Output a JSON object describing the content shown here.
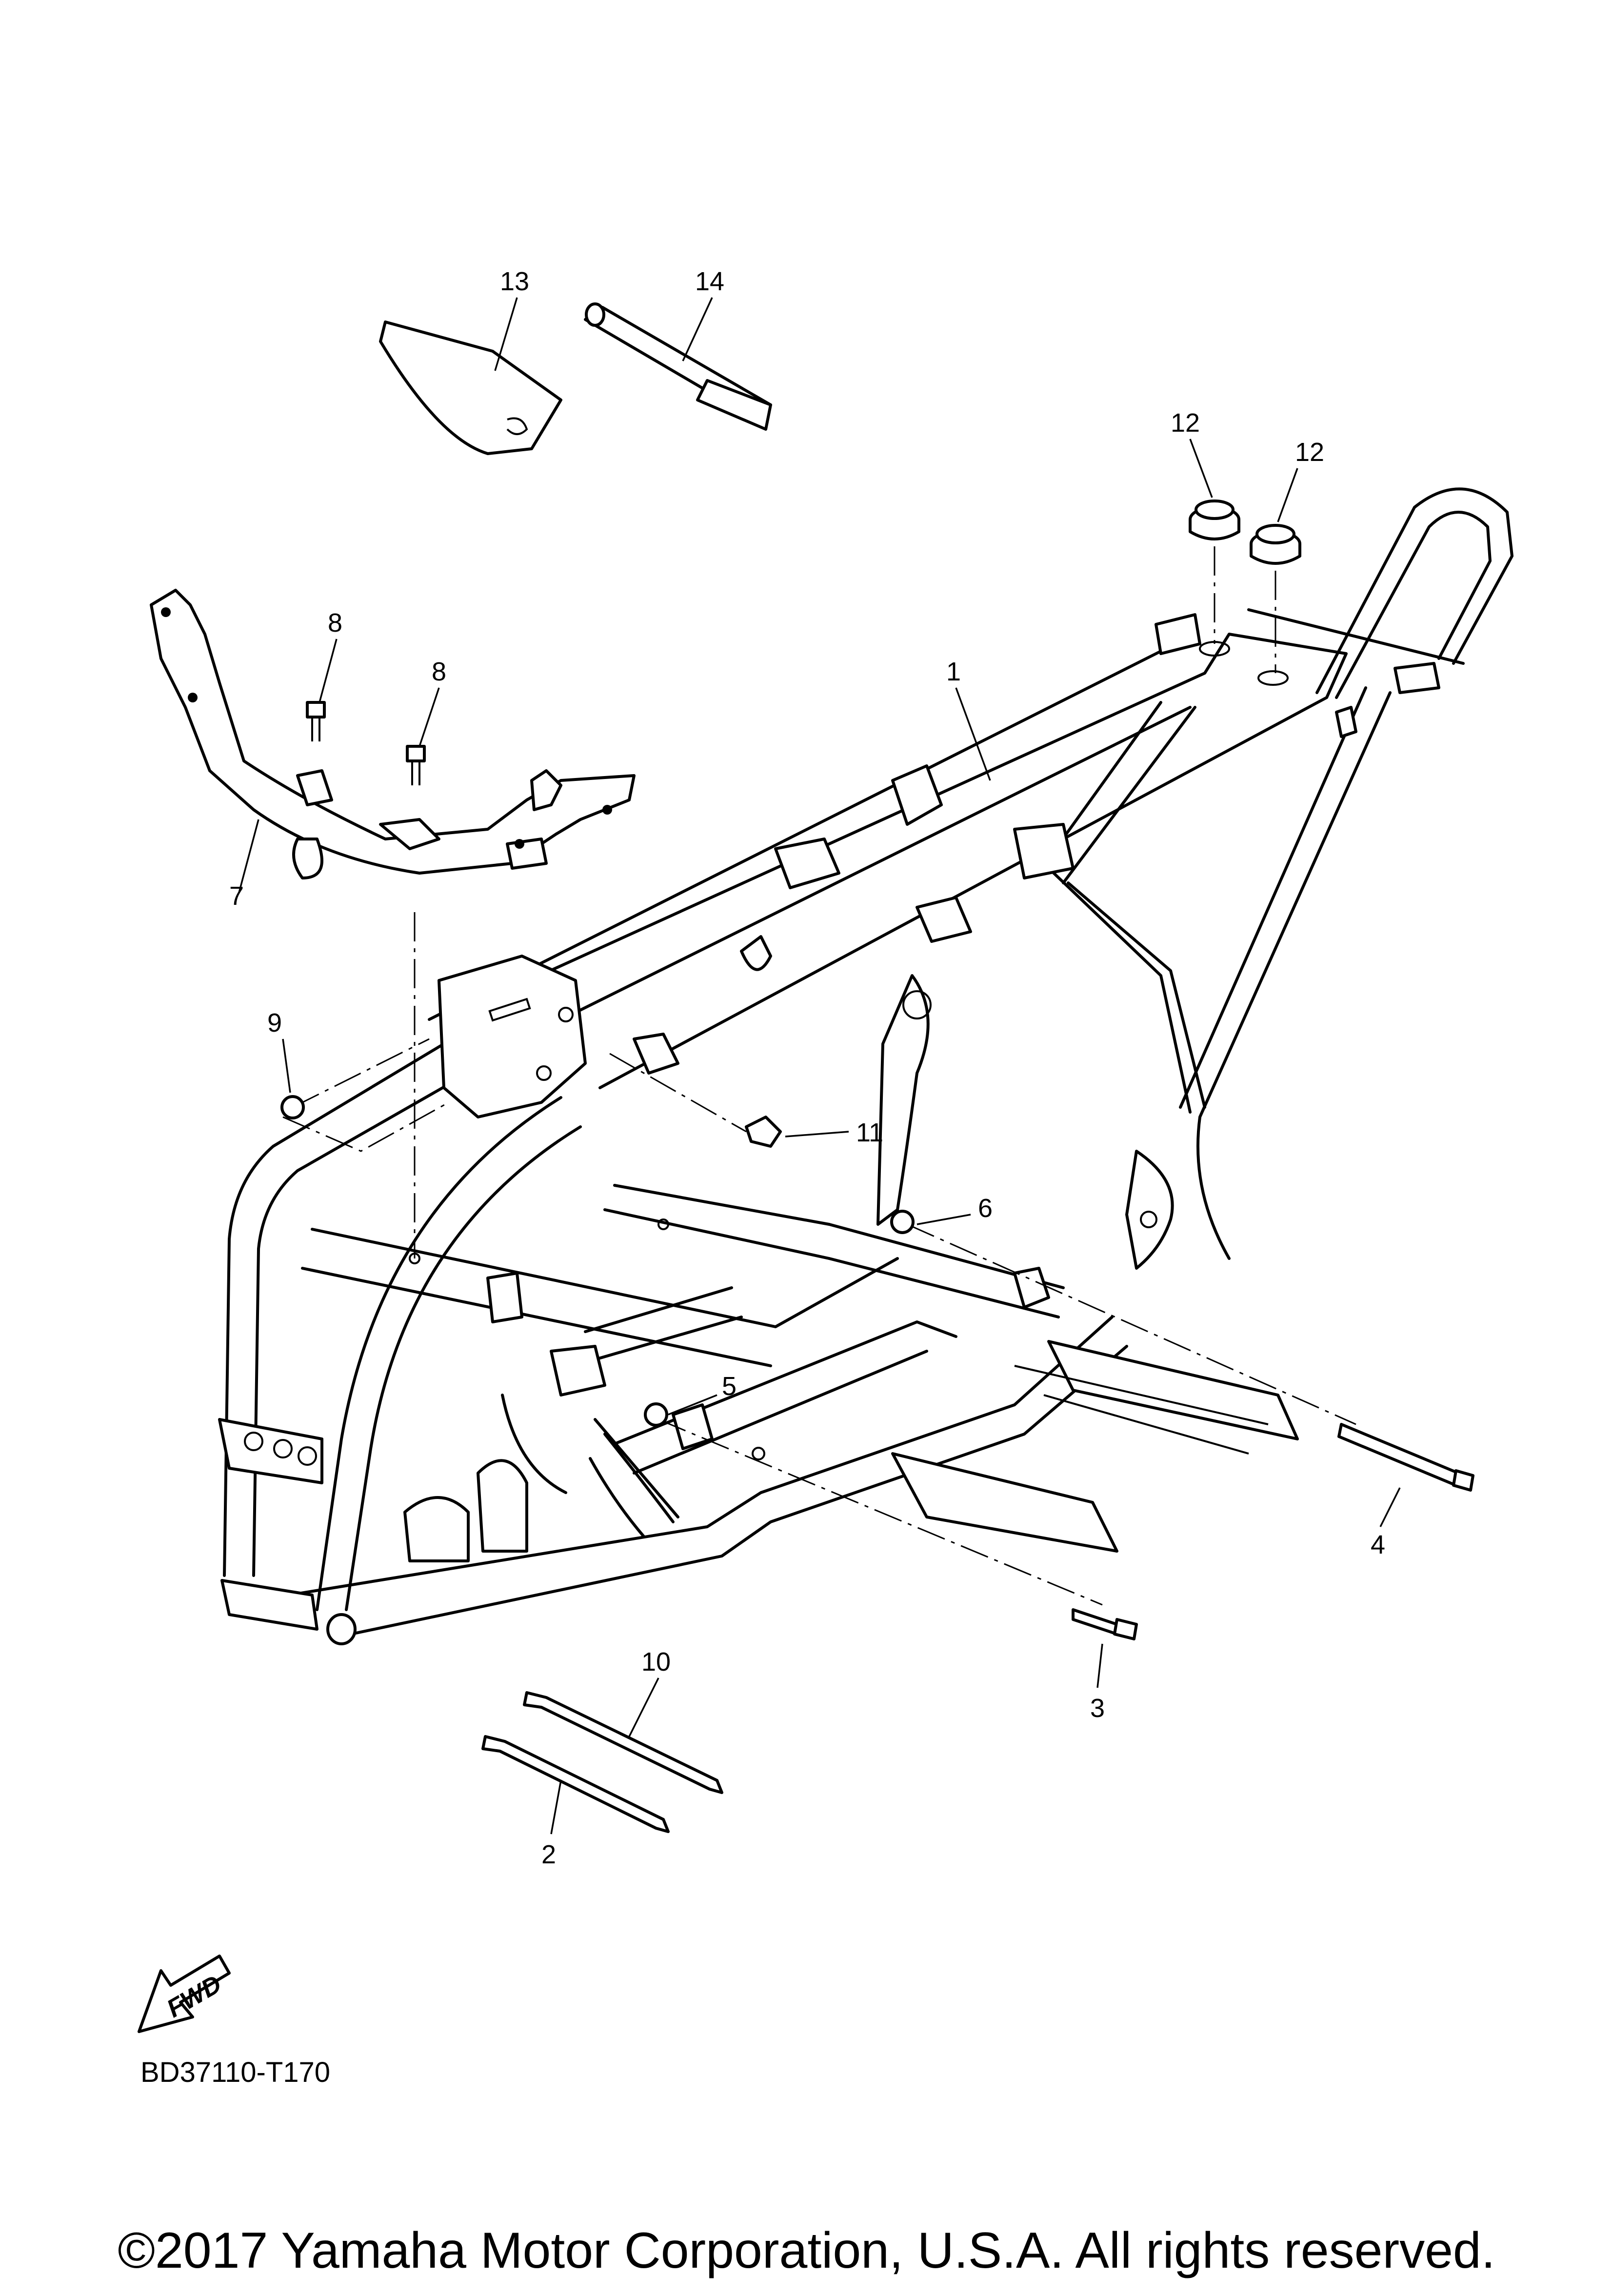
{
  "callouts": [
    {
      "id": "1",
      "label": "1"
    },
    {
      "id": "2",
      "label": "2"
    },
    {
      "id": "3",
      "label": "3"
    },
    {
      "id": "4",
      "label": "4"
    },
    {
      "id": "5",
      "label": "5"
    },
    {
      "id": "6",
      "label": "6"
    },
    {
      "id": "7",
      "label": "7"
    },
    {
      "id": "8a",
      "label": "8"
    },
    {
      "id": "8b",
      "label": "8"
    },
    {
      "id": "9",
      "label": "9"
    },
    {
      "id": "10",
      "label": "10"
    },
    {
      "id": "11",
      "label": "11"
    },
    {
      "id": "12a",
      "label": "12"
    },
    {
      "id": "12b",
      "label": "12"
    },
    {
      "id": "13",
      "label": "13"
    },
    {
      "id": "14",
      "label": "14"
    }
  ],
  "fwd_label": "FWD",
  "diagram_code": "BD37110-T170",
  "copyright": "©2017 Yamaha Motor Corporation, U.S.A. All rights reserved."
}
